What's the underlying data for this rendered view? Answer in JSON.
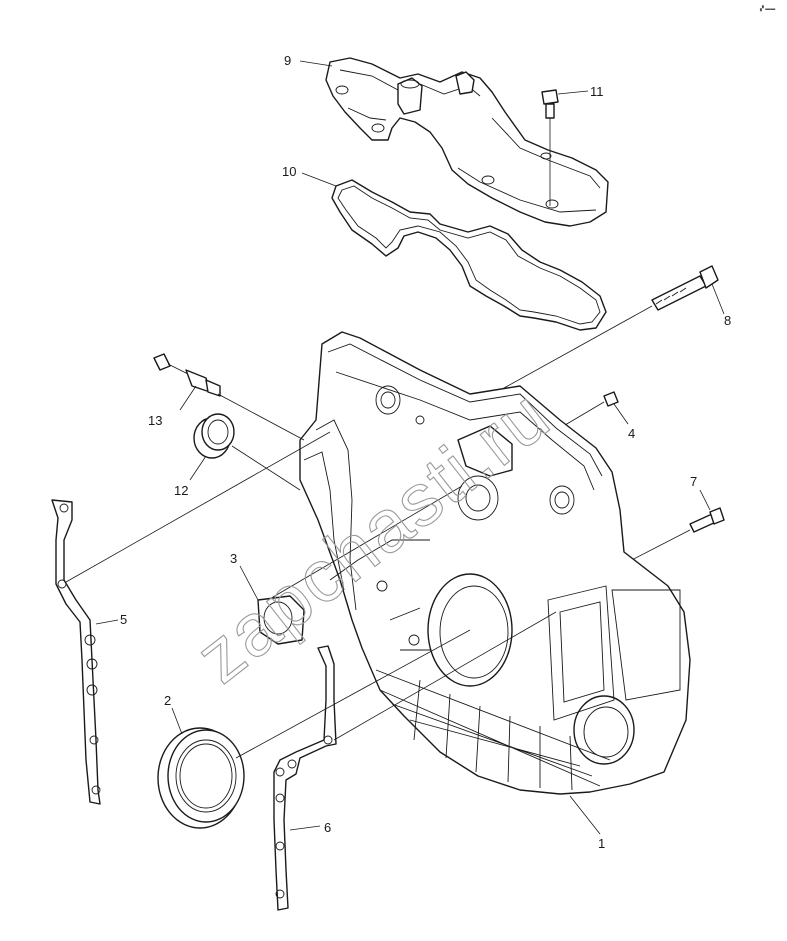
{
  "watermark": "zapchasti.ru",
  "corner_mark": "▞ ▬▬",
  "callouts": [
    {
      "id": "1",
      "label": "1"
    },
    {
      "id": "2",
      "label": "2"
    },
    {
      "id": "3",
      "label": "3"
    },
    {
      "id": "4",
      "label": "4"
    },
    {
      "id": "5",
      "label": "5"
    },
    {
      "id": "6",
      "label": "6"
    },
    {
      "id": "7",
      "label": "7"
    },
    {
      "id": "8",
      "label": "8"
    },
    {
      "id": "9",
      "label": "9"
    },
    {
      "id": "10",
      "label": "10"
    },
    {
      "id": "11",
      "label": "11"
    },
    {
      "id": "12",
      "label": "12"
    },
    {
      "id": "13",
      "label": "13"
    }
  ]
}
